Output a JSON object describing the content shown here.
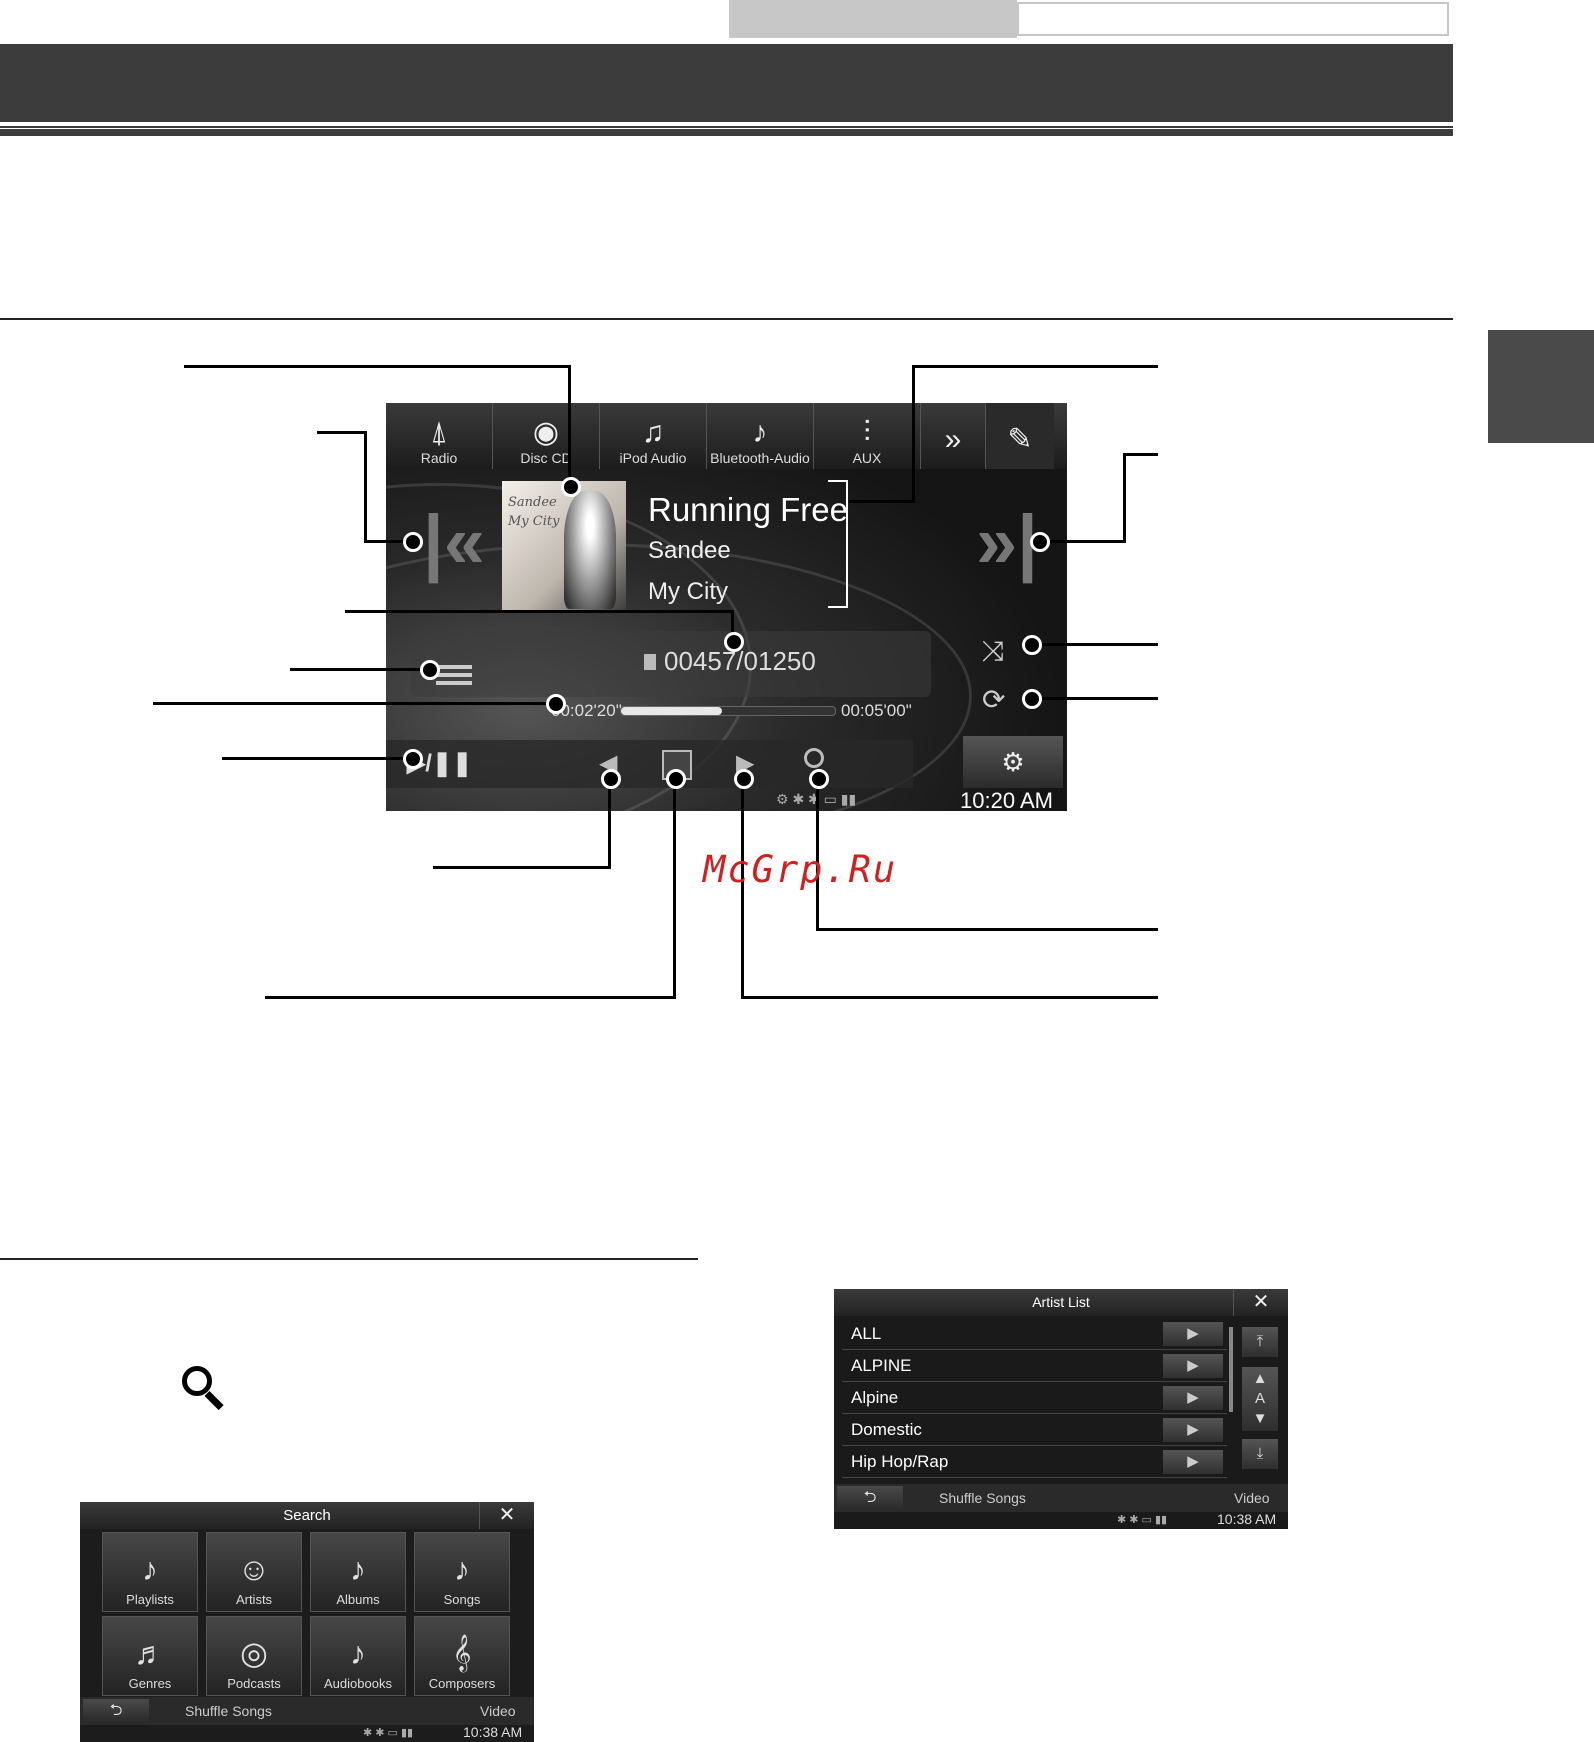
{
  "watermark": "McGrp.Ru",
  "main_screen": {
    "sources": [
      {
        "icon": "⍋",
        "label": "Radio"
      },
      {
        "icon": "◉",
        "label": "Disc CD"
      },
      {
        "icon": "♫",
        "label": "iPod Audio"
      },
      {
        "icon": "♪",
        "label": "Bluetooth-Audio"
      },
      {
        "icon": "⫶",
        "label": "AUX"
      }
    ],
    "more_icon": "»",
    "settings_icon": "✎",
    "album_art_script": [
      "Sandee",
      "My City"
    ],
    "song": "Running Free",
    "artist": "Sandee",
    "album": "My City",
    "counter": "00457/01250",
    "elapsed": "00:02'20\"",
    "total": "00:05'00\"",
    "progress": 0.47,
    "play_pause": "▶/❚❚",
    "clock": "10:20 AM",
    "status_icons": "⚙ ✱ ✱ ▭ ▮▮"
  },
  "search_screen": {
    "title": "Search",
    "close": "✕",
    "tiles": [
      {
        "icon": "♪",
        "label": "Playlists"
      },
      {
        "icon": "☺",
        "label": "Artists"
      },
      {
        "icon": "♪",
        "label": "Albums"
      },
      {
        "icon": "♪",
        "label": "Songs"
      },
      {
        "icon": "♬",
        "label": "Genres"
      },
      {
        "icon": "◎",
        "label": "Podcasts"
      },
      {
        "icon": "♪",
        "label": "Audiobooks"
      },
      {
        "icon": "𝄞",
        "label": "Composers"
      }
    ],
    "back": "⮌",
    "shuffle": "Shuffle Songs",
    "video": "Video",
    "status": "✱ ✱ ▭ ▮▮",
    "clock": "10:38 AM"
  },
  "artist_screen": {
    "title": "Artist List",
    "close": "✕",
    "rows": [
      "ALL",
      "ALPINE",
      "Alpine",
      "Domestic",
      "Hip Hop/Rap"
    ],
    "go": "▶",
    "top": "⤒",
    "up": "▲",
    "letter": "A",
    "down": "▼",
    "bottom": "⤓",
    "back": "⮌",
    "shuffle": "Shuffle Songs",
    "video": "Video",
    "status": "✱ ✱ ▭ ▮▮",
    "clock": "10:38 AM"
  }
}
